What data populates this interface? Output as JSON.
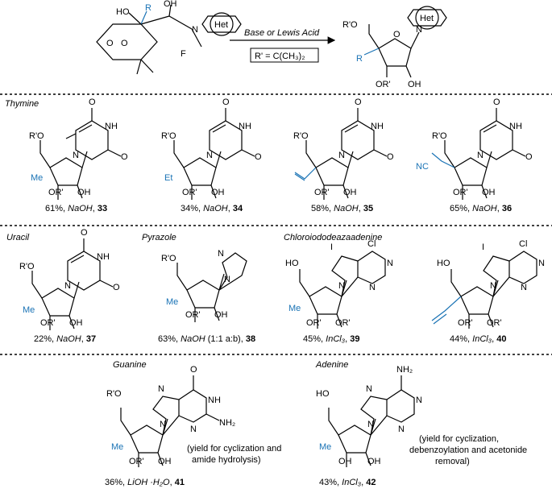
{
  "scheme": {
    "conditions_label": "Base or Lewis Acid",
    "r_prime_def": "R' = C(CH₃)₂",
    "het_label": "Het",
    "start_labels": {
      "ho": "HO",
      "r": "R",
      "oh": "OH",
      "n": "N",
      "f": "F",
      "o1": "O",
      "o2": "O"
    },
    "product_labels": {
      "rpo": "R'O",
      "r": "R",
      "n": "N",
      "o": "O",
      "or": "OR'",
      "oh": "OH"
    }
  },
  "sections": [
    {
      "heading": "Thymine"
    },
    {
      "heading": "Uracil"
    },
    {
      "heading": "Pyrazole"
    },
    {
      "heading": "Chloroiododeazaadenine"
    },
    {
      "heading": "Guanine"
    },
    {
      "heading": "Adenine"
    }
  ],
  "compounds": [
    {
      "id": "33",
      "yield": "61%,",
      "reagent": "NaOH",
      "sub": "Me"
    },
    {
      "id": "34",
      "yield": "34%,",
      "reagent": "NaOH",
      "sub": "Et"
    },
    {
      "id": "35",
      "yield": "58%,",
      "reagent": "NaOH",
      "sub": ""
    },
    {
      "id": "36",
      "yield": "65%,",
      "reagent": "NaOH",
      "sub": "NC"
    },
    {
      "id": "37",
      "yield": "22%,",
      "reagent": "NaOH",
      "sub": "Me"
    },
    {
      "id": "38",
      "yield": "63%,",
      "reagent": "NaOH",
      "extra": " (1:1 a:b),",
      "sub": "Me"
    },
    {
      "id": "39",
      "yield": "45%,",
      "reagent": "InCl₃",
      "sub": "Me"
    },
    {
      "id": "40",
      "yield": "44%,",
      "reagent": "InCl₃",
      "sub": ""
    },
    {
      "id": "41",
      "yield": "36%,",
      "reagent": "LiOH ·H₂O",
      "sub": "Me"
    },
    {
      "id": "42",
      "yield": "43%,",
      "reagent": "InCl₃",
      "sub": "Me"
    }
  ],
  "atoms": {
    "O": "O",
    "NH": "NH",
    "N": "N",
    "RO": "R'O",
    "ORp": "OR'",
    "OH": "OH",
    "HO": "HO",
    "Cl": "Cl",
    "I": "I",
    "NH2": "NH₂",
    "ORpp": "OR'"
  },
  "notes": {
    "n41": [
      "(yield for cyclization and",
      "amide hydrolysis)"
    ],
    "n42": [
      "(yield for cyclization,",
      "debenzoylation and acetonide",
      "removal)"
    ]
  }
}
